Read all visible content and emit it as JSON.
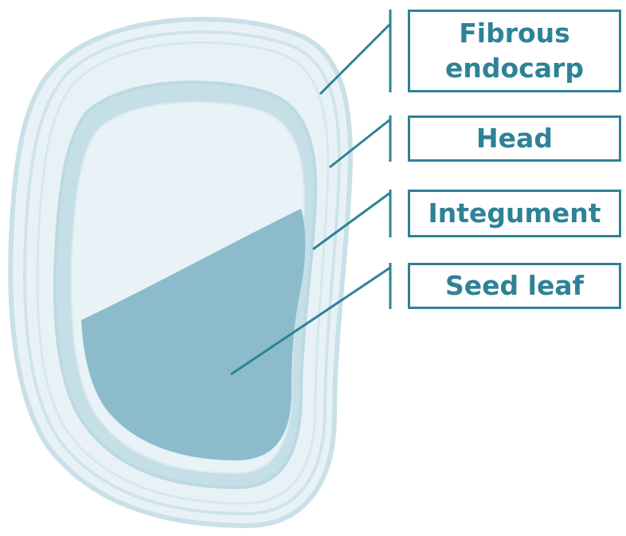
{
  "labels": {
    "fibrous_endocarp": "Fibrous endocarp",
    "head": "Head",
    "integument": "Integument",
    "seed_leaf": "Seed leaf"
  },
  "colors": {
    "line": "#2e8296",
    "outer_shell": "#e6f1f5",
    "shell_ring": "#c3dde6",
    "inner_cavity": "#e9f2f6",
    "seed_leaf_fill": "#8cbccb"
  }
}
